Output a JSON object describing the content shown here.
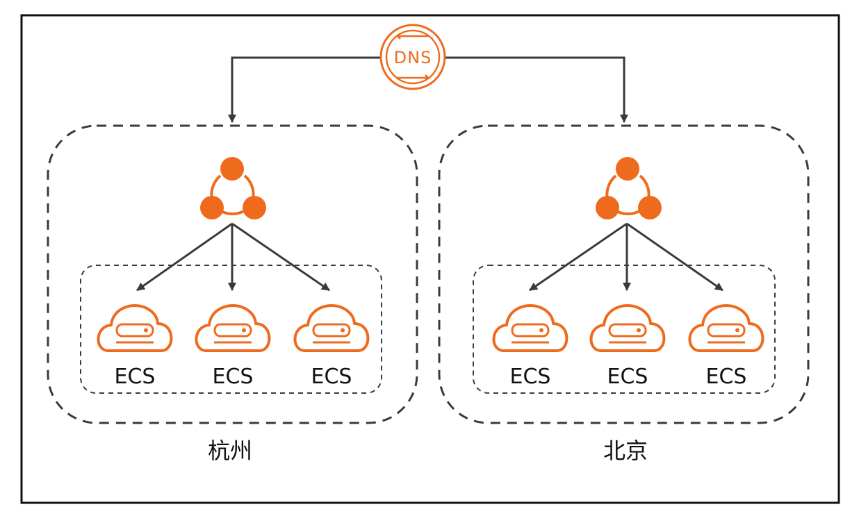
{
  "dns": {
    "label": "DNS",
    "icon": "dns-icon"
  },
  "regions": [
    {
      "name": "杭州",
      "balancer_icon": "load-balancer-icon",
      "servers": [
        {
          "label": "ECS"
        },
        {
          "label": "ECS"
        },
        {
          "label": "ECS"
        }
      ]
    },
    {
      "name": "北京",
      "balancer_icon": "load-balancer-icon",
      "servers": [
        {
          "label": "ECS"
        },
        {
          "label": "ECS"
        },
        {
          "label": "ECS"
        }
      ]
    }
  ],
  "colors": {
    "accent": "#EE6B1E",
    "line": "#3a3a3a",
    "border": "#111111",
    "text": "#111111"
  }
}
